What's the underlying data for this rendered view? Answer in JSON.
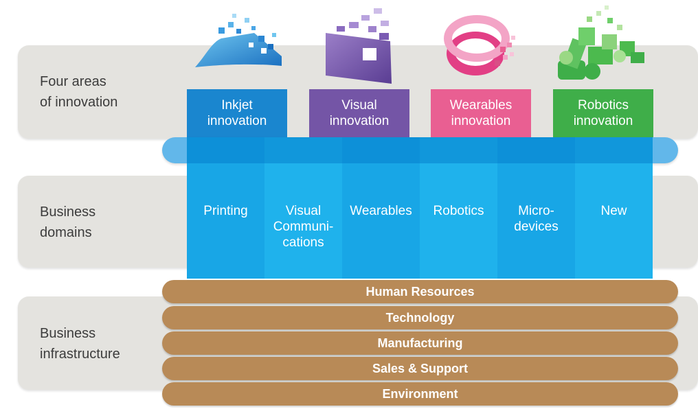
{
  "rows": {
    "areas_label": "Four areas\nof innovation",
    "domains_label": "Business\ndomains",
    "infrastructure_label": "Business\ninfrastructure"
  },
  "areas": [
    {
      "label": "Inkjet\ninnovation",
      "color": "#1a86cf",
      "icon": "inkjet-pixel-icon"
    },
    {
      "label": "Visual\ninnovation",
      "color": "#7455a6",
      "icon": "visual-pixel-icon"
    },
    {
      "label": "Wearables\ninnovation",
      "color": "#e95f92",
      "icon": "wearables-ring-icon"
    },
    {
      "label": "Robotics\ninnovation",
      "color": "#3fae49",
      "icon": "robotics-arm-icon"
    }
  ],
  "domains": [
    {
      "label": "Printing",
      "color": "#18a6e6"
    },
    {
      "label": "Visual\nCommuni-\ncations",
      "color": "#1fb2ec"
    },
    {
      "label": "Wearables",
      "color": "#18a6e6"
    },
    {
      "label": "Robotics",
      "color": "#1fb2ec"
    },
    {
      "label": "Micro-\ndevices",
      "color": "#18a6e6"
    },
    {
      "label": "New",
      "color": "#1fb2ec"
    }
  ],
  "infrastructure": [
    "Human Resources",
    "Technology",
    "Manufacturing",
    "Sales & Support",
    "Environment"
  ],
  "colors": {
    "band": "#e4e3df",
    "infrastructure": "#b88a57",
    "connector": "#62b7ea"
  }
}
